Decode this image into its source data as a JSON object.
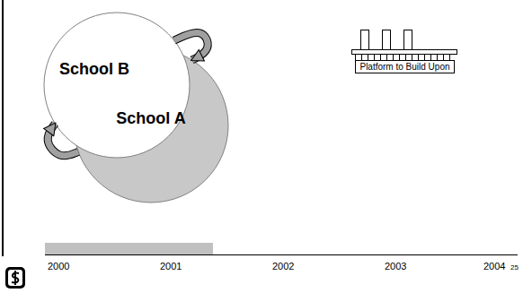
{
  "diagram": {
    "nodes": [
      {
        "text": [
          "School B"
        ]
      },
      {
        "text": [
          "School A"
        ]
      },
      {
        "text": [
          "Platform to Build Upon"
        ]
      }
    ],
    "edges": [
      {
        "from": 0,
        "to": 1,
        "arrow": "to"
      },
      {
        "from": 1,
        "to": 0,
        "arrow": "to"
      }
    ],
    "labels": [
      "2000",
      "2001",
      "2002",
      "2003",
      "2004",
      "25"
    ]
  }
}
